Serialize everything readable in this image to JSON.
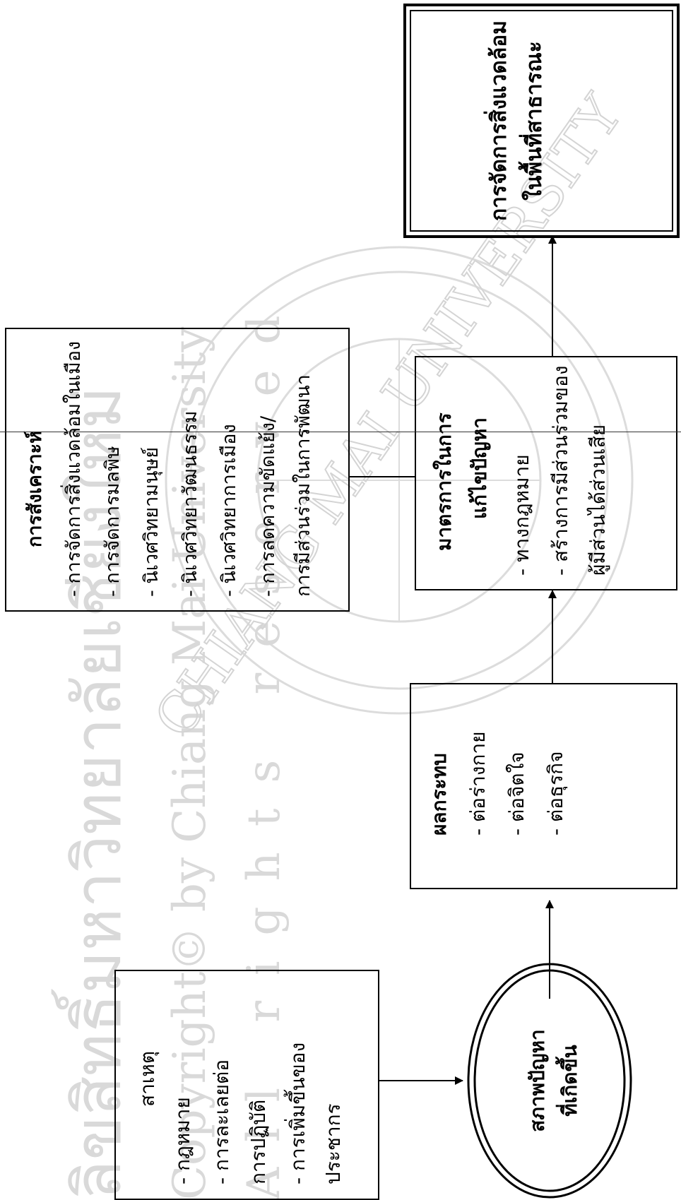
{
  "diagram": {
    "boxes": {
      "causes": {
        "title": "สาเหตุ",
        "lines": [
          "-  กฎหมาย",
          "-  การละเลยต่อ",
          "   การปฏิบัติ",
          "-  การเพิ่มขึ้นของ",
          "   ประชากร"
        ]
      },
      "situation": {
        "lines": [
          "สภาพปัญหา",
          "ที่เกิดขึ้น"
        ]
      },
      "impact": {
        "title": "ผลกระทบ",
        "lines": [
          "- ต่อร่างกาย",
          "- ต่อจิตใจ",
          "- ต่อธุรกิจ"
        ]
      },
      "measures": {
        "title": "มาตรการในการ",
        "title2": "แก้ไขปัญหา",
        "lines": [
          "- ทางกฎหมาย",
          "- สร้างการมีส่วนร่วมของ",
          "  ผู้มีส่วนได้ส่วนเสีย"
        ]
      },
      "synthesis": {
        "title": "การสังเคราะห์",
        "lines": [
          "- การจัดการสิ่งแวดล้อมในเมือง",
          "- การจัดการมลพิษ",
          "- นิเวศวิทยามนุษย์",
          "- นิเวศวิทยาวัฒนธรรม",
          "- นิเวศวิทยาการเมือง",
          "- การลดความขัดแย้ง/",
          "  การมีส่วนร่วมในการพัฒนา"
        ]
      },
      "goal": {
        "lines": [
          "การจัดการสิ่งแวดล้อม",
          "ในพื้นที่สาธารณะ"
        ]
      }
    },
    "watermark": {
      "lines": [
        "ลิขสิทธิ์มหาวิทยาลัยเชียงใหม่",
        "Copyright© by Chiang Mai University",
        "All rights reserved"
      ],
      "seal_text": "CHIANG MAI UNIVERSITY"
    }
  },
  "colors": {
    "ink": "#000000",
    "watermark": "#d9d9d9"
  }
}
